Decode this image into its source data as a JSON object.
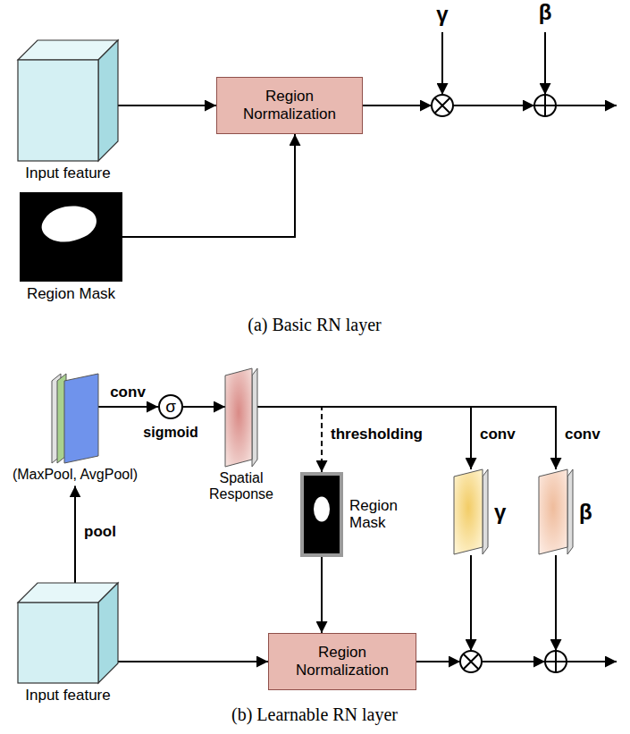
{
  "diagram": {
    "nodes": [
      {
        "text": [
          "Input feature"
        ]
      },
      {
        "text": [
          "Region Mask"
        ]
      },
      {
        "text": [
          "Region Normalization"
        ]
      },
      {
        "text": [
          "(MaxPool, AvgPool)"
        ]
      },
      {
        "text": [
          "σ",
          "sigmoid"
        ]
      },
      {
        "text": [
          "Spatial Response"
        ]
      },
      {
        "text": [
          "Region Mask"
        ]
      },
      {
        "text": [
          "γ"
        ]
      },
      {
        "text": [
          "β"
        ]
      },
      {
        "text": [
          "Input feature"
        ]
      },
      {
        "text": [
          "Region Normalization"
        ]
      }
    ],
    "edges": [
      {
        "from": 0,
        "to": 2,
        "arrow": "to"
      },
      {
        "from": 1,
        "to": 2,
        "arrow": "to"
      },
      {
        "from": 9,
        "to": 3,
        "label": "pool",
        "arrow": "to"
      },
      {
        "from": 3,
        "to": 4,
        "label": "conv",
        "arrow": "to"
      },
      {
        "from": 4,
        "to": 5,
        "arrow": "to"
      },
      {
        "from": 5,
        "to": 6,
        "label": "thresholding",
        "arrow": "to"
      },
      {
        "from": 5,
        "to": 7,
        "label": "conv",
        "arrow": "to"
      },
      {
        "from": 5,
        "to": 8,
        "label": "conv",
        "arrow": "to"
      },
      {
        "from": 6,
        "to": 10,
        "arrow": "to"
      },
      {
        "from": 9,
        "to": 10,
        "arrow": "to"
      }
    ],
    "labels": [
      "γ",
      "β",
      "(a) Basic RN layer",
      "(b) Learnable RN layer"
    ]
  }
}
